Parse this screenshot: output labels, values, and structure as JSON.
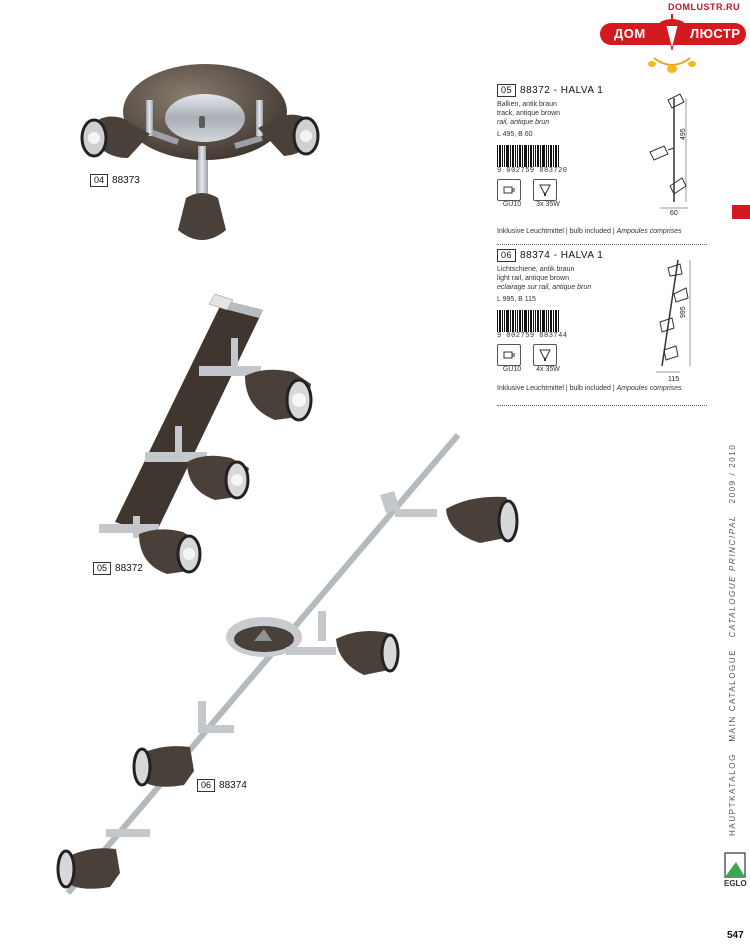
{
  "logo": {
    "url": "DOMLUSTR.RU",
    "word_left": "ДОМ",
    "word_right": "ЛЮСТР",
    "color": "#d41a1f"
  },
  "labels": [
    {
      "num": "04",
      "code": "88373"
    },
    {
      "num": "05",
      "code": "88372"
    },
    {
      "num": "06",
      "code": "88374"
    }
  ],
  "products": [
    {
      "num": "05",
      "title": "88372   -   HALVA 1",
      "lines": [
        "Balken, antik braun",
        "track, antique brown",
        "rail, antique brun"
      ],
      "dimensions": "L 495, B 60",
      "barcode": "9 002759 883720",
      "sockets": [
        {
          "icon": "gu10-socket-icon",
          "caption": "GU10"
        },
        {
          "icon": "bulb-icon",
          "caption": "3x 35W"
        }
      ],
      "drawing_dims": {
        "height": "495",
        "width": "60"
      },
      "footer": {
        "de": "Inklusive Leuchtmittel",
        "en": "bulb included",
        "fr": "Ampoules comprises"
      }
    },
    {
      "num": "06",
      "title": "88374   -   HALVA 1",
      "lines": [
        "Lichtschiene, antik braun",
        "light rail, antique brown",
        "eclairage sur rail, antique brun"
      ],
      "dimensions": "L 995, B 115",
      "barcode": "9 002759 883744",
      "sockets": [
        {
          "icon": "gu10-socket-icon",
          "caption": "GU10"
        },
        {
          "icon": "bulb-icon",
          "caption": "4x 35W"
        }
      ],
      "drawing_dims": {
        "height": "995",
        "width": "115"
      },
      "footer": {
        "de": "Inklusive Leuchtmittel",
        "en": "bulb included",
        "fr": "Ampoules comprises"
      }
    }
  ],
  "sidebar": {
    "text_de": "HAUPTKATALOG",
    "text_en": "MAIN CATALOGUE",
    "text_fr": "CATALOGUE PRINCIPAL",
    "years": "2009 / 2010",
    "brand": "EGLO",
    "tab_color": "#d41a1f"
  },
  "page_number": "547"
}
